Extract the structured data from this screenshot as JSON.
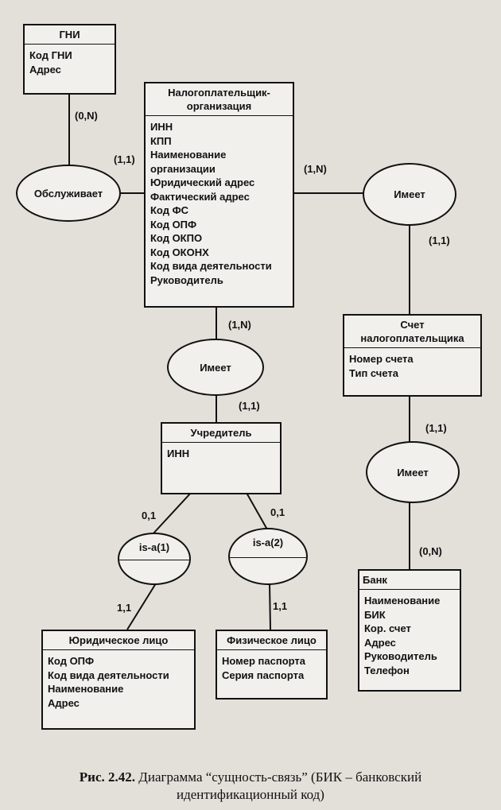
{
  "entities": {
    "gni": {
      "title": "ГНИ",
      "attributes": [
        "Код ГНИ",
        "Адрес"
      ]
    },
    "taxpayer": {
      "title_lines": [
        "Налогоплательщик-",
        "организация"
      ],
      "attributes": [
        "ИНН",
        "КПП",
        "Наименование",
        "организации",
        "Юридический адрес",
        "Фактический адрес",
        "Код ФС",
        "Код ОПФ",
        "Код ОКПО",
        "Код ОКОНХ",
        "Код вида деятельности",
        "Руководитель"
      ]
    },
    "account": {
      "title_lines": [
        "Счет",
        "налогоплательщика"
      ],
      "attributes": [
        "Номер счета",
        "Тип счета"
      ]
    },
    "founder": {
      "title": "Учредитель",
      "attributes": [
        "ИНН"
      ]
    },
    "bank": {
      "title": "Банк",
      "attributes": [
        "Наименование",
        "БИК",
        "Кор. счет",
        "Адрес",
        "Руководитель",
        "Телефон"
      ]
    },
    "legal": {
      "title": "Юридическое лицо",
      "attributes": [
        "Код ОПФ",
        "Код вида деятельности",
        "Наименование",
        "Адрес"
      ]
    },
    "physical": {
      "title": "Физическое лицо",
      "attributes": [
        "Номер паспорта",
        "Серия паспорта"
      ]
    }
  },
  "relationships": {
    "serves": "Обслуживает",
    "has_account": "Имеет",
    "has_founder": "Имеет",
    "bank_has": "Имеет",
    "isa1": "is-a(1)",
    "isa2": "is-a(2)"
  },
  "cardinalities": {
    "gni_serves": "(0,N)",
    "taxpayer_serves": "(1,1)",
    "taxpayer_has_account": "(1,N)",
    "account_has": "(1,1)",
    "taxpayer_has_founder": "(1,N)",
    "founder_has": "(1,1)",
    "account_bank_has": "(1,1)",
    "bank_has": "(0,N)",
    "founder_isa1": "0,1",
    "founder_isa2": "0,1",
    "legal_isa1": "1,1",
    "physical_isa2": "1,1"
  },
  "caption": {
    "figure": "Рис. 2.42.",
    "text_line1": " Диаграмма “сущность-связь” (БИК – банковский",
    "text_line2": "идентификационный код)"
  }
}
